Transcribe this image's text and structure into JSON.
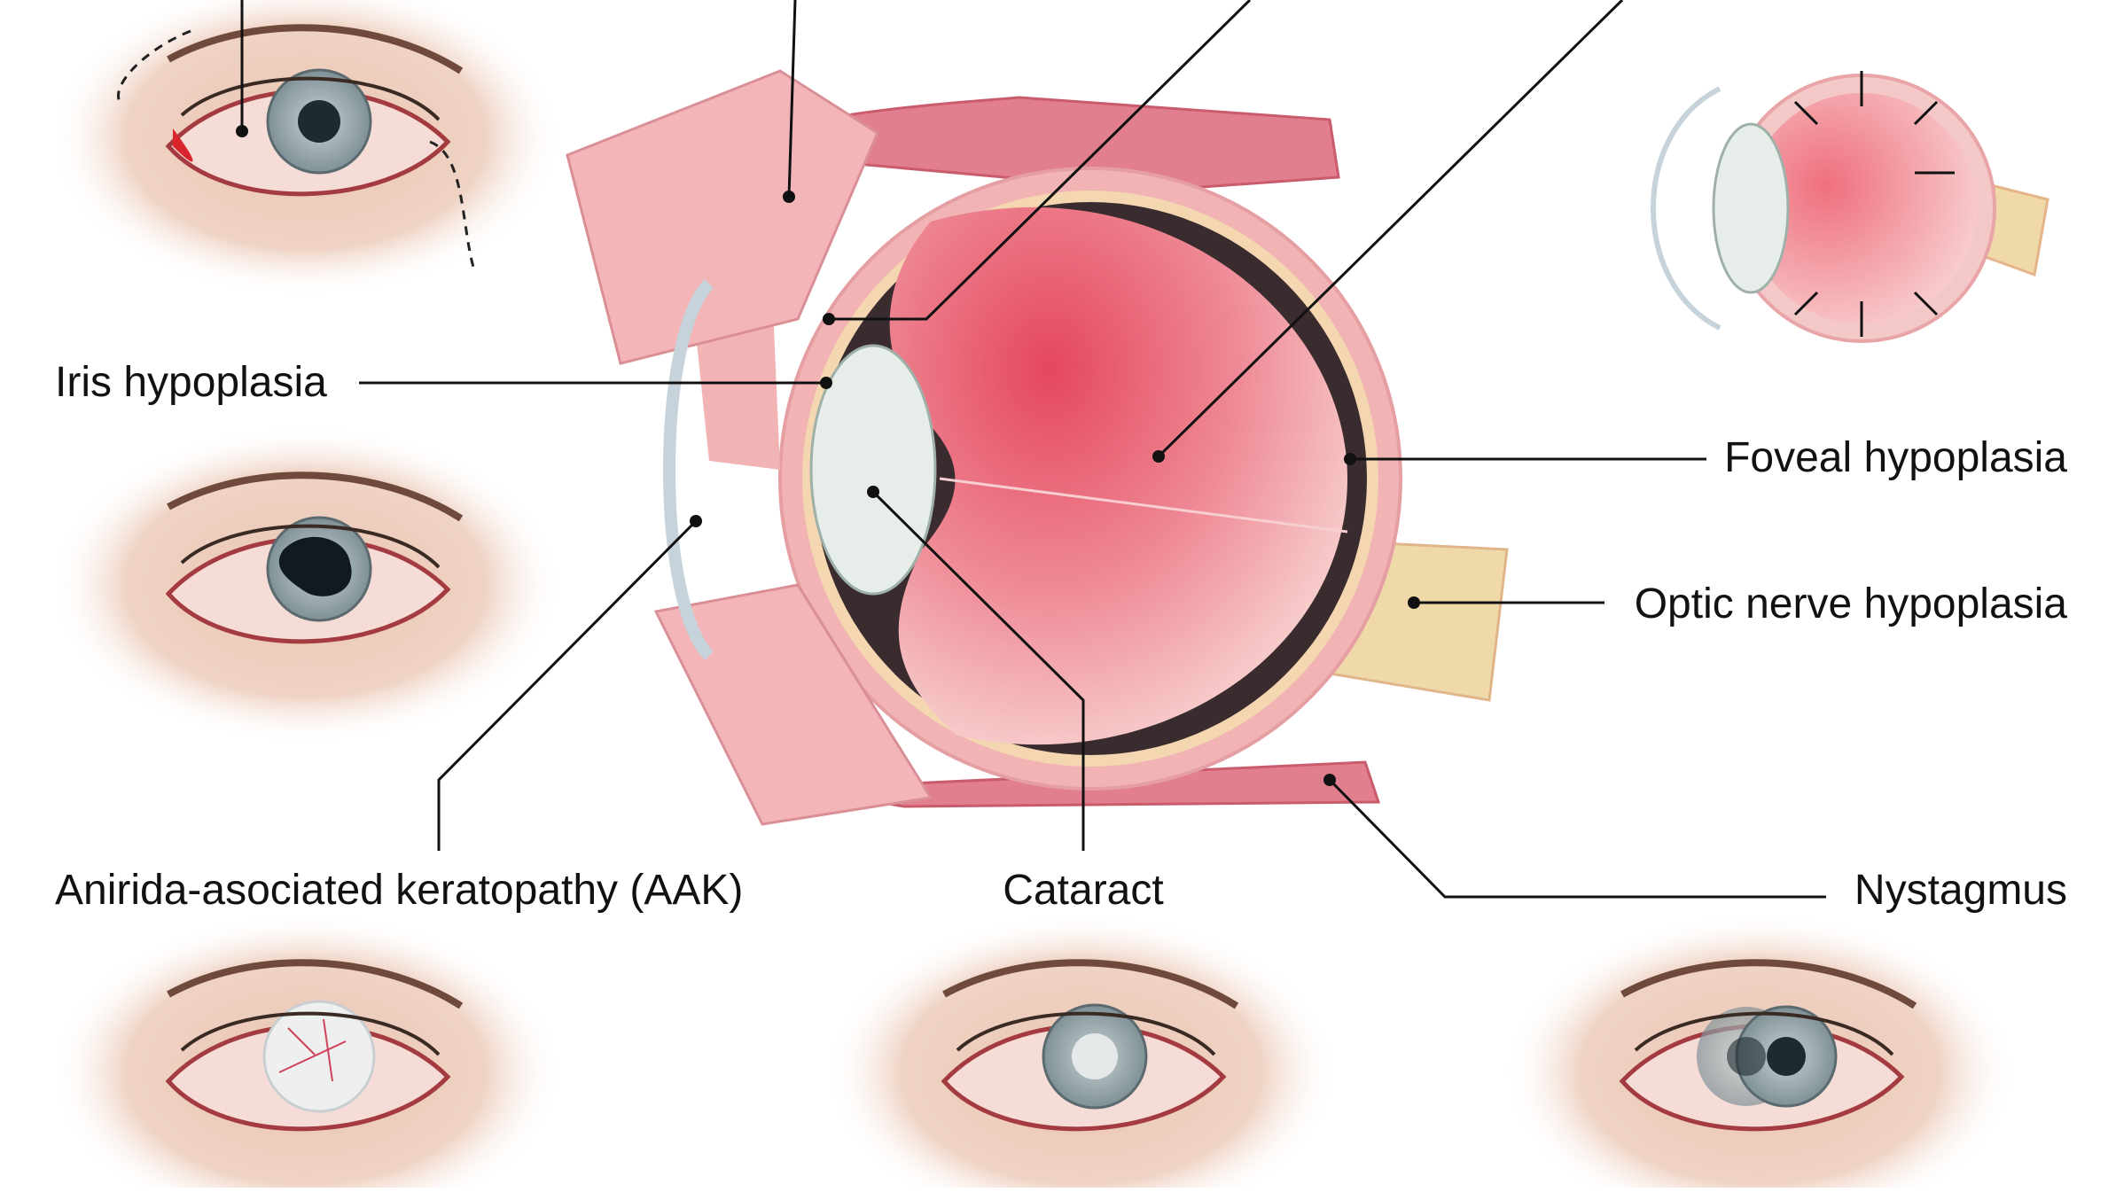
{
  "labels": {
    "iris_hypoplasia": "Iris hypoplasia",
    "foveal_hypoplasia": "Foveal hypoplasia",
    "optic_nerve_hypoplasia": "Optic nerve hypoplasia",
    "aak": "Anirida-asociated keratopathy (AAK)",
    "cataract": "Cataract",
    "nystagmus": "Nystagmus"
  },
  "colors": {
    "skin": "#e9c7b6",
    "skin_halo": "#f6e6dc",
    "sclera": "#f6dcd7",
    "iris": "#9aa8ad",
    "pupil": "#1f2a30",
    "globe": "#e8596b",
    "globe_light": "#f3a7ae",
    "tissue": "#f1b3b4",
    "tissue_pink": "#f08aa3",
    "cornea": "#d4dfe6",
    "lens": "#e7eee9",
    "nerve": "#efd9a8",
    "muscle": "#e27f8f",
    "line": "#111111"
  }
}
